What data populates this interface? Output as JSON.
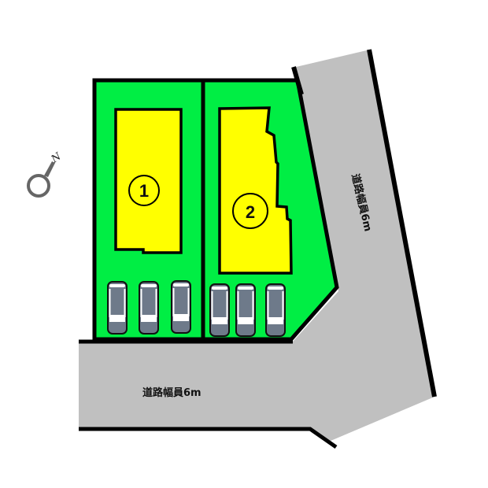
{
  "map": {
    "type": "site-plan",
    "colors": {
      "lot": "#00ee44",
      "building": "#ffff00",
      "road": "#c0c0c0",
      "outline": "#000000",
      "car_body": "#6e7a8a",
      "car_window": "#ffffff",
      "background": "#ffffff"
    },
    "compass": {
      "label": "N",
      "icon": "north-arrow-icon"
    },
    "lots": [
      {
        "id": "1",
        "label": "1",
        "parking_spaces": 3
      },
      {
        "id": "2",
        "label": "2",
        "parking_spaces": 3
      }
    ],
    "roads": [
      {
        "id": "east-road",
        "label": "道路幅員6m",
        "orientation": "vertical"
      },
      {
        "id": "south-road",
        "label": "道路幅員6m",
        "orientation": "horizontal"
      }
    ]
  }
}
